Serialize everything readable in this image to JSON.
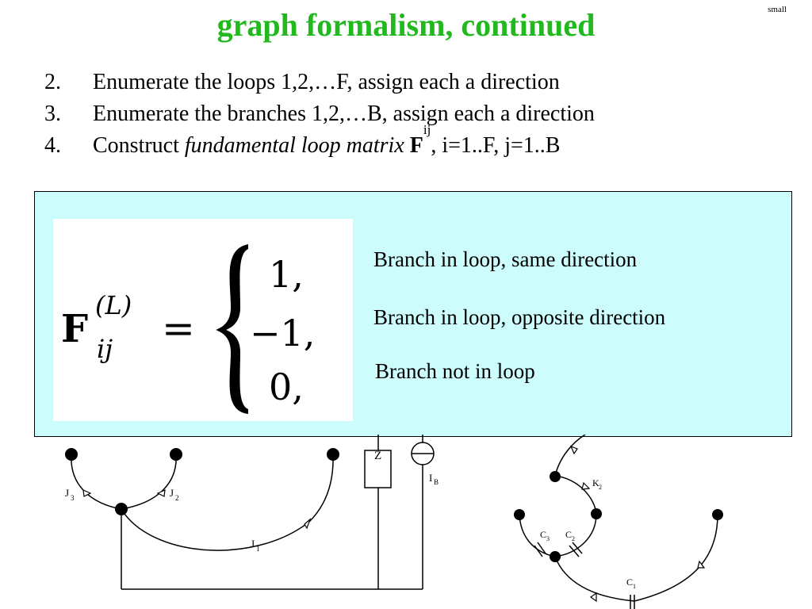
{
  "header": {
    "title": "graph formalism, continued",
    "tag": "small"
  },
  "steps": [
    {
      "num": "2.",
      "text": "Enumerate the loops 1,2,…F, assign each a direction"
    },
    {
      "num": "3.",
      "text": "Enumerate the branches 1,2,…B, assign each a direction"
    },
    {
      "num": "4.",
      "prefix": "Construct ",
      "term": "fundamental loop matrix",
      "symbol": "F",
      "subscript": "ij",
      "suffix": ", i=1..F, j=1..B"
    }
  ],
  "formula": {
    "symbol": "F",
    "subscript": "ij",
    "superscript": "(L)",
    "equals": "=",
    "values": [
      "1,",
      "−1,",
      "0,"
    ]
  },
  "cases": [
    "Branch in loop, same direction",
    "Branch in loop, opposite direction",
    "Branch not in loop"
  ],
  "circuit_labels": {
    "j1": "J",
    "j1_sub": "1",
    "j2": "J",
    "j2_sub": "2",
    "j3": "J",
    "j3_sub": "3",
    "z": "Z",
    "ib": "I",
    "ib_sub": "B",
    "k2": "K",
    "k2_sub": "2",
    "c1": "C",
    "c1_sub": "1",
    "c2": "C",
    "c2_sub": "2",
    "c3": "C",
    "c3_sub": "3"
  }
}
